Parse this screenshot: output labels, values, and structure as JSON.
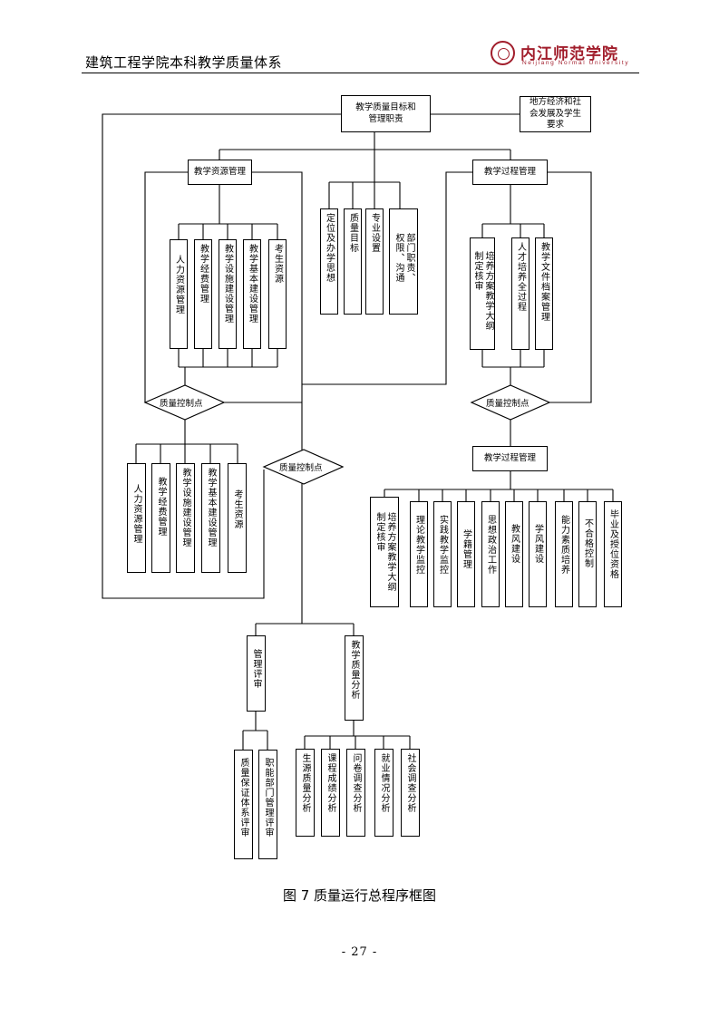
{
  "header": {
    "title": "建筑工程学院本科教学质量体系",
    "logo_cn": "内江师范学院",
    "logo_en": "Neijiang Normal University"
  },
  "flowchart": {
    "top": "教学质量目标和管理职责",
    "external": "地方经济和社会发展及学生要求",
    "resource_mgmt": "教学资源管理",
    "process_mgmt": "教学过程管理",
    "resource_items": [
      "人力资源管理",
      "教学经费管理",
      "教学设施建设管理",
      "教学基本建设管理",
      "考生资源"
    ],
    "goal_items": [
      "定位及办学思想",
      "质量目标",
      "专业设置",
      "部门职责、权限、沟通"
    ],
    "process_items": [
      "培养方案教学大纲制定核审",
      "人才培养全过程",
      "教学文件档案管理"
    ],
    "qc_left": "质量控制点",
    "qc_right": "质量控制点",
    "qc_center": "质量控制点",
    "resource_items2": [
      "人力资源管理",
      "教学经费管理",
      "教学设施建设管理",
      "教学基本建设管理",
      "考生资源"
    ],
    "process_mgmt2": "教学过程管理",
    "process_items2": [
      "培养方案教学大纲制定核审",
      "理论教学监控",
      "实践教学监控",
      "学籍管理",
      "思想政治工作",
      "教风建设",
      "学风建设",
      "能力素质培养",
      "不合格控制",
      "毕业及授位资格"
    ],
    "review": "管理评审",
    "analysis": "教学质量分析",
    "review_items": [
      "质量保证体系评审",
      "职能部门管理评审"
    ],
    "analysis_items": [
      "生源质量分析",
      "课程成绩分析",
      "问卷调查分析",
      "就业情况分析",
      "社会调查分析"
    ]
  },
  "caption": "图 7  质量运行总程序框图",
  "page_number": "- 27 -"
}
